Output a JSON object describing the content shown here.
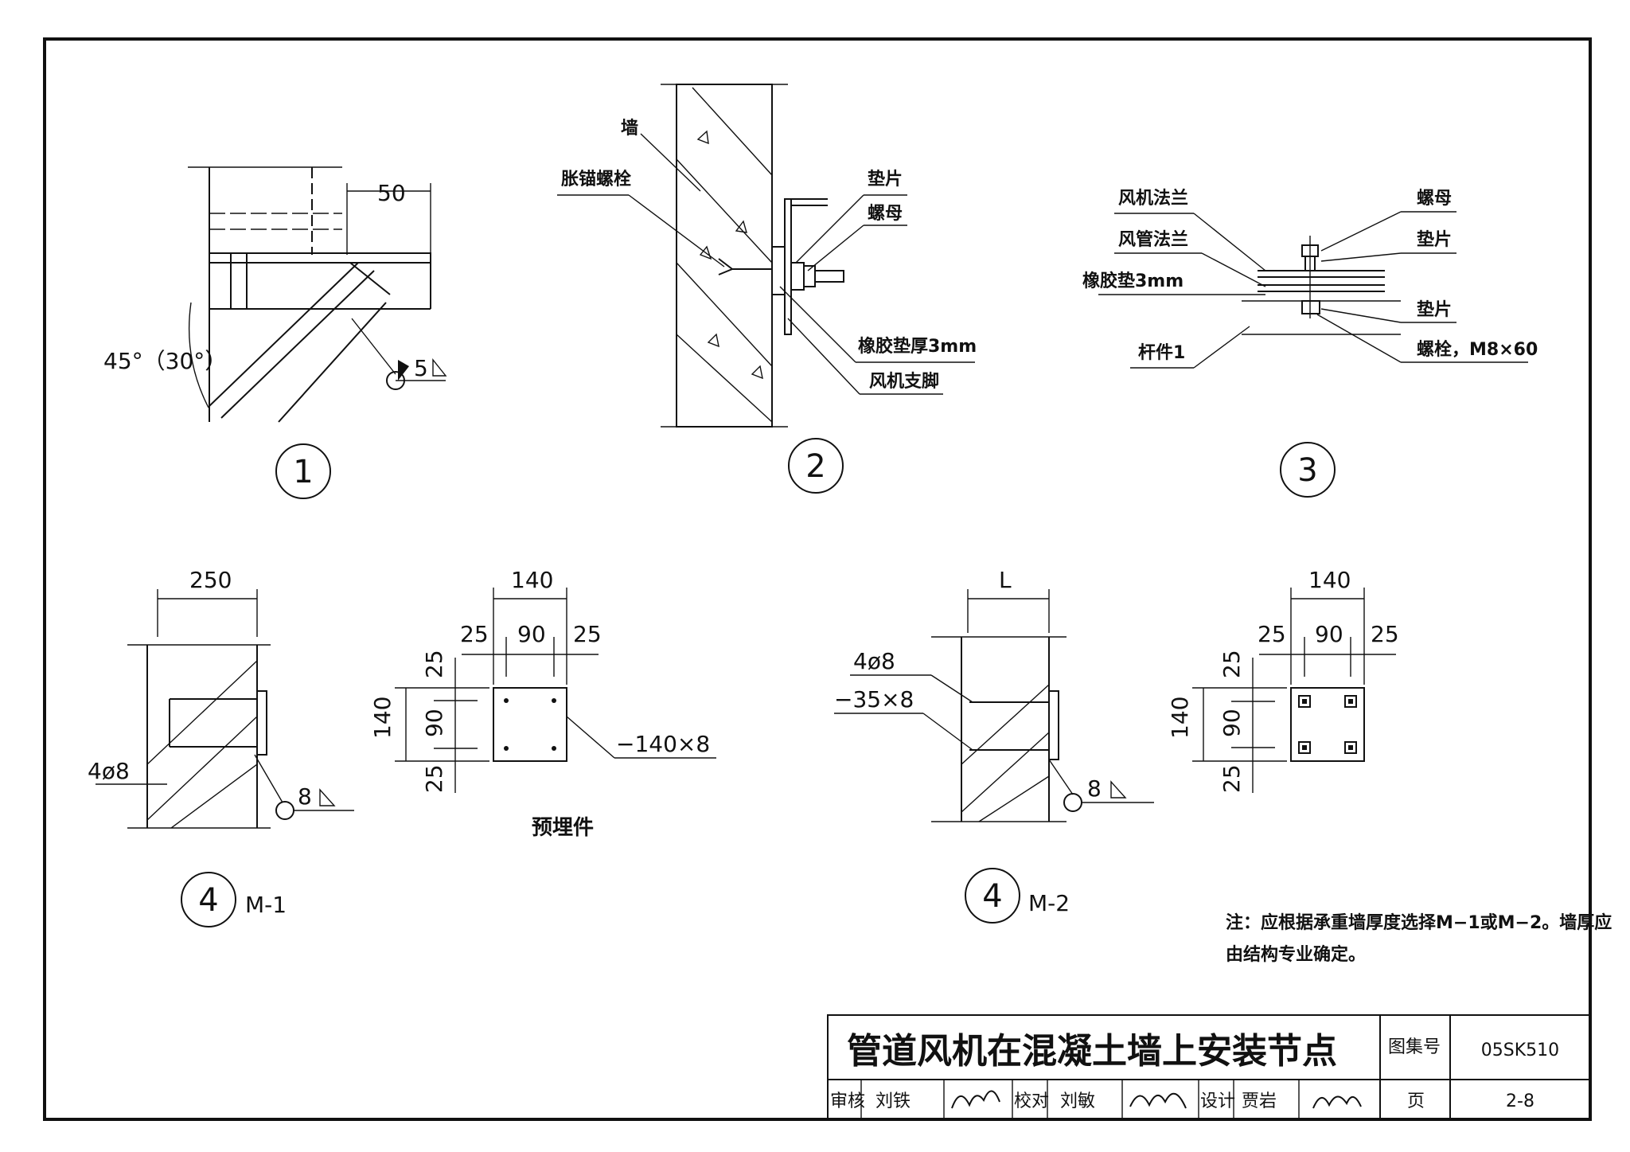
{
  "details": {
    "d1": {
      "number": "1",
      "dim_top": "50",
      "angle": "45°（30°）",
      "weld": "5"
    },
    "d2": {
      "number": "2",
      "wall": "墙",
      "anchor_bolt": "胀锚螺栓",
      "washer": "垫片",
      "nut": "螺母",
      "rubber_pad": "橡胶垫厚3mm",
      "fan_foot": "风机支脚"
    },
    "d3": {
      "number": "3",
      "fan_flange": "风机法兰",
      "duct_flange": "风管法兰",
      "rubber_pad": "橡胶垫3mm",
      "member": "杆件1",
      "nut": "螺母",
      "washer_top": "垫片",
      "washer_bottom": "垫片",
      "bolt": "螺栓，M8×60"
    },
    "d4m1": {
      "number": "4",
      "suffix": "M-1",
      "dim_width": "250",
      "rebar": "4ø8",
      "weld": "8"
    },
    "plate1": {
      "dim_total": "140",
      "dim_a": "25",
      "dim_b": "90",
      "dim_c": "25",
      "v_total": "140",
      "v_a": "25",
      "v_b": "90",
      "v_c": "25",
      "plate_label": "−140×8",
      "caption": "预埋件"
    },
    "d4m2": {
      "number": "4",
      "suffix": "M-2",
      "dim_width": "L",
      "rebar": "4ø8",
      "flat_bar": "−35×8",
      "weld": "8"
    },
    "plate2": {
      "dim_total": "140",
      "dim_a": "25",
      "dim_b": "90",
      "dim_c": "25",
      "v_total": "140",
      "v_a": "25",
      "v_b": "90",
      "v_c": "25"
    }
  },
  "note": {
    "line1": "注：应根据承重墙厚度选择M−1或M−2。墙厚应",
    "line2": "由结构专业确定。"
  },
  "title_block": {
    "title": "管道风机在混凝土墙上安装节点",
    "atlas_label": "图集号",
    "atlas_no": "05SK510",
    "review_label": "审核",
    "review_name": "刘铁",
    "check_label": "校对",
    "check_name": "刘敏",
    "design_label": "设计",
    "design_name": "贾岩",
    "page_label": "页",
    "page_no": "2-8"
  }
}
